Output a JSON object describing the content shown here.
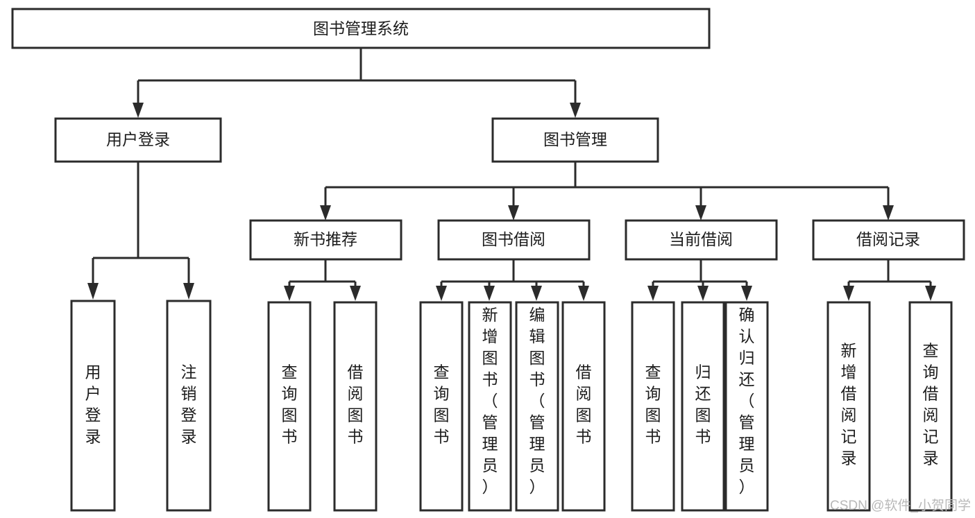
{
  "diagram": {
    "title": "图书管理系统",
    "type": "tree-hierarchy",
    "root": {
      "id": "root",
      "label": "图书管理系统",
      "orientation": "horizontal"
    },
    "level1": [
      {
        "id": "user-login",
        "label": "用户登录",
        "orientation": "horizontal"
      },
      {
        "id": "book-management",
        "label": "图书管理",
        "orientation": "horizontal"
      }
    ],
    "level2": [
      {
        "id": "new-book-recommend",
        "label": "新书推荐",
        "orientation": "horizontal",
        "parent": "book-management"
      },
      {
        "id": "book-borrow",
        "label": "图书借阅",
        "orientation": "horizontal",
        "parent": "book-management"
      },
      {
        "id": "current-borrow",
        "label": "当前借阅",
        "orientation": "horizontal",
        "parent": "book-management"
      },
      {
        "id": "borrow-record",
        "label": "借阅记录",
        "orientation": "horizontal",
        "parent": "book-management"
      }
    ],
    "leaves": [
      {
        "id": "leaf-user-login",
        "label": "用户登录",
        "orientation": "vertical",
        "parent": "user-login"
      },
      {
        "id": "leaf-logout-login",
        "label": "注销登录",
        "orientation": "vertical",
        "parent": "user-login"
      },
      {
        "id": "leaf-query-book-1",
        "label": "查询图书",
        "orientation": "vertical",
        "parent": "new-book-recommend"
      },
      {
        "id": "leaf-borrow-book-1",
        "label": "借阅图书",
        "orientation": "vertical",
        "parent": "new-book-recommend"
      },
      {
        "id": "leaf-query-book-2",
        "label": "查询图书",
        "orientation": "vertical",
        "parent": "book-borrow"
      },
      {
        "id": "leaf-add-book",
        "label": "新增图书（管理员）",
        "orientation": "vertical",
        "parent": "book-borrow"
      },
      {
        "id": "leaf-edit-book",
        "label": "编辑图书（管理员）",
        "orientation": "vertical",
        "parent": "book-borrow"
      },
      {
        "id": "leaf-borrow-book-2",
        "label": "借阅图书",
        "orientation": "vertical",
        "parent": "book-borrow"
      },
      {
        "id": "leaf-query-book-3",
        "label": "查询图书",
        "orientation": "vertical",
        "parent": "current-borrow"
      },
      {
        "id": "leaf-return-book",
        "label": "归还图书",
        "orientation": "vertical",
        "parent": "current-borrow"
      },
      {
        "id": "leaf-confirm-return",
        "label": "确认归还（管理员）",
        "orientation": "vertical",
        "parent": "current-borrow"
      },
      {
        "id": "leaf-add-record",
        "label": "新增借阅记录",
        "orientation": "vertical",
        "parent": "borrow-record"
      },
      {
        "id": "leaf-query-record",
        "label": "查询借阅记录",
        "orientation": "vertical",
        "parent": "borrow-record"
      }
    ]
  },
  "watermark": {
    "text": "CSDN @软件_小贺同学"
  },
  "colors": {
    "stroke": "#2b2b2b",
    "fill": "#ffffff",
    "text": "#1c1c1c",
    "watermark": "#b9b9b9"
  }
}
